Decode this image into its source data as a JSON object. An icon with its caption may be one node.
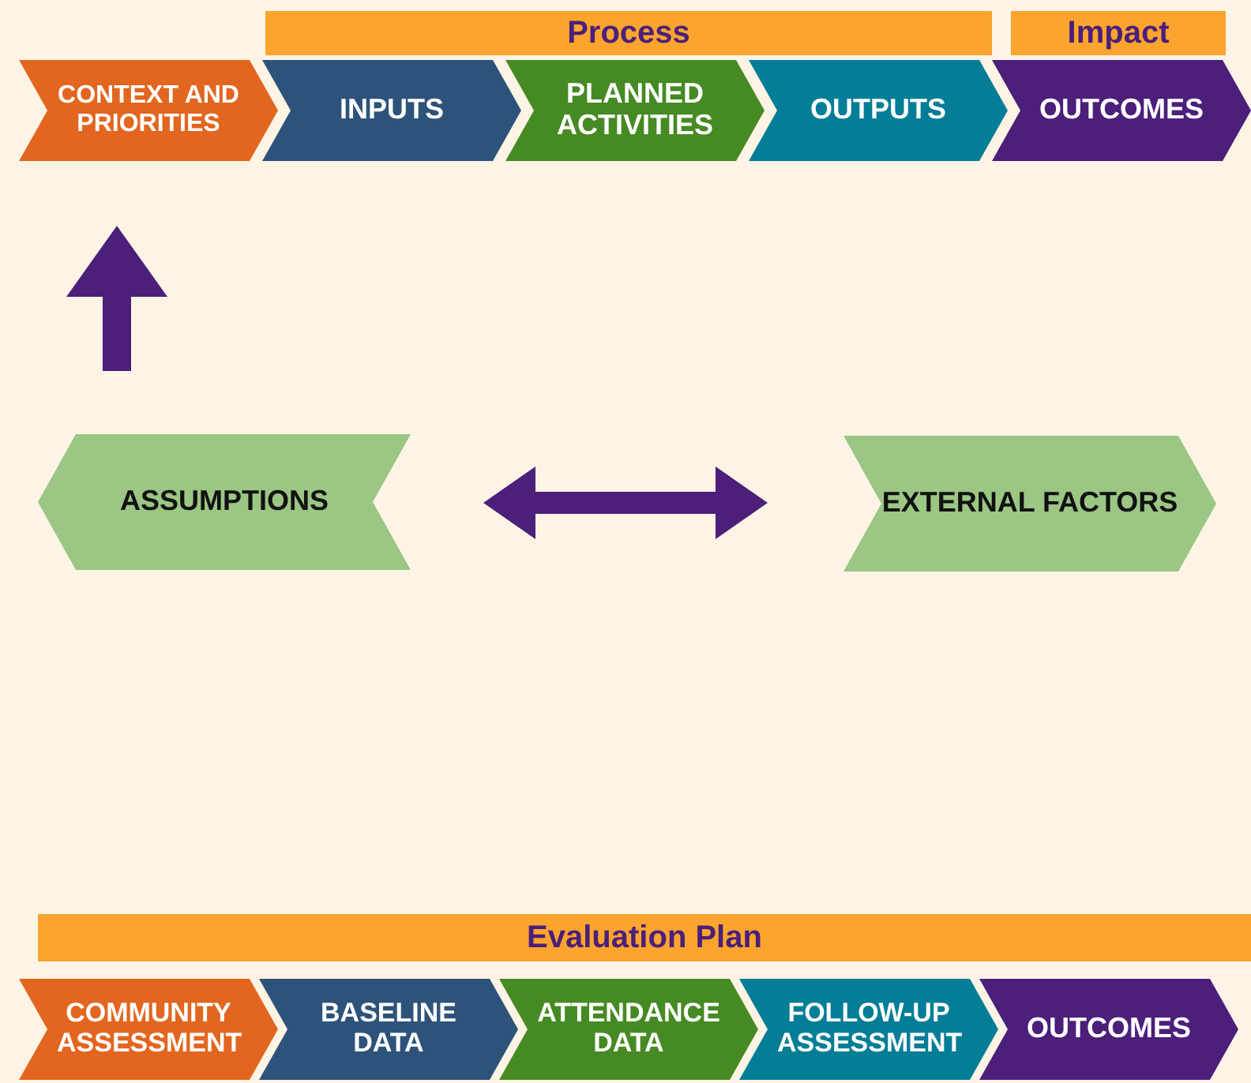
{
  "diagram": {
    "nodes": [
      {
        "text": [
          "Process"
        ]
      },
      {
        "text": [
          "Impact"
        ]
      },
      {
        "text": [
          "CONTEXT AND PRIORITIES"
        ]
      },
      {
        "text": [
          "INPUTS"
        ]
      },
      {
        "text": [
          "PLANNED ACTIVITIES"
        ]
      },
      {
        "text": [
          "OUTPUTS"
        ]
      },
      {
        "text": [
          "OUTCOMES"
        ]
      },
      {
        "text": [
          "ASSUMPTIONS"
        ]
      },
      {
        "text": [
          "EXTERNAL FACTORS"
        ]
      },
      {
        "text": [
          "Evaluation Plan"
        ]
      },
      {
        "text": [
          "COMMUNITY ASSESSMENT"
        ]
      },
      {
        "text": [
          "BASELINE DATA"
        ]
      },
      {
        "text": [
          "ATTENDANCE DATA"
        ]
      },
      {
        "text": [
          "FOLLOW-UP ASSESSMENT"
        ]
      },
      {
        "text": [
          "OUTCOMES"
        ]
      }
    ],
    "edges": [
      {
        "from": 7,
        "to": 2,
        "arrow": "to",
        "style": "thick"
      },
      {
        "from": 7,
        "to": 8,
        "arrow": "both",
        "style": "thick"
      }
    ]
  }
}
